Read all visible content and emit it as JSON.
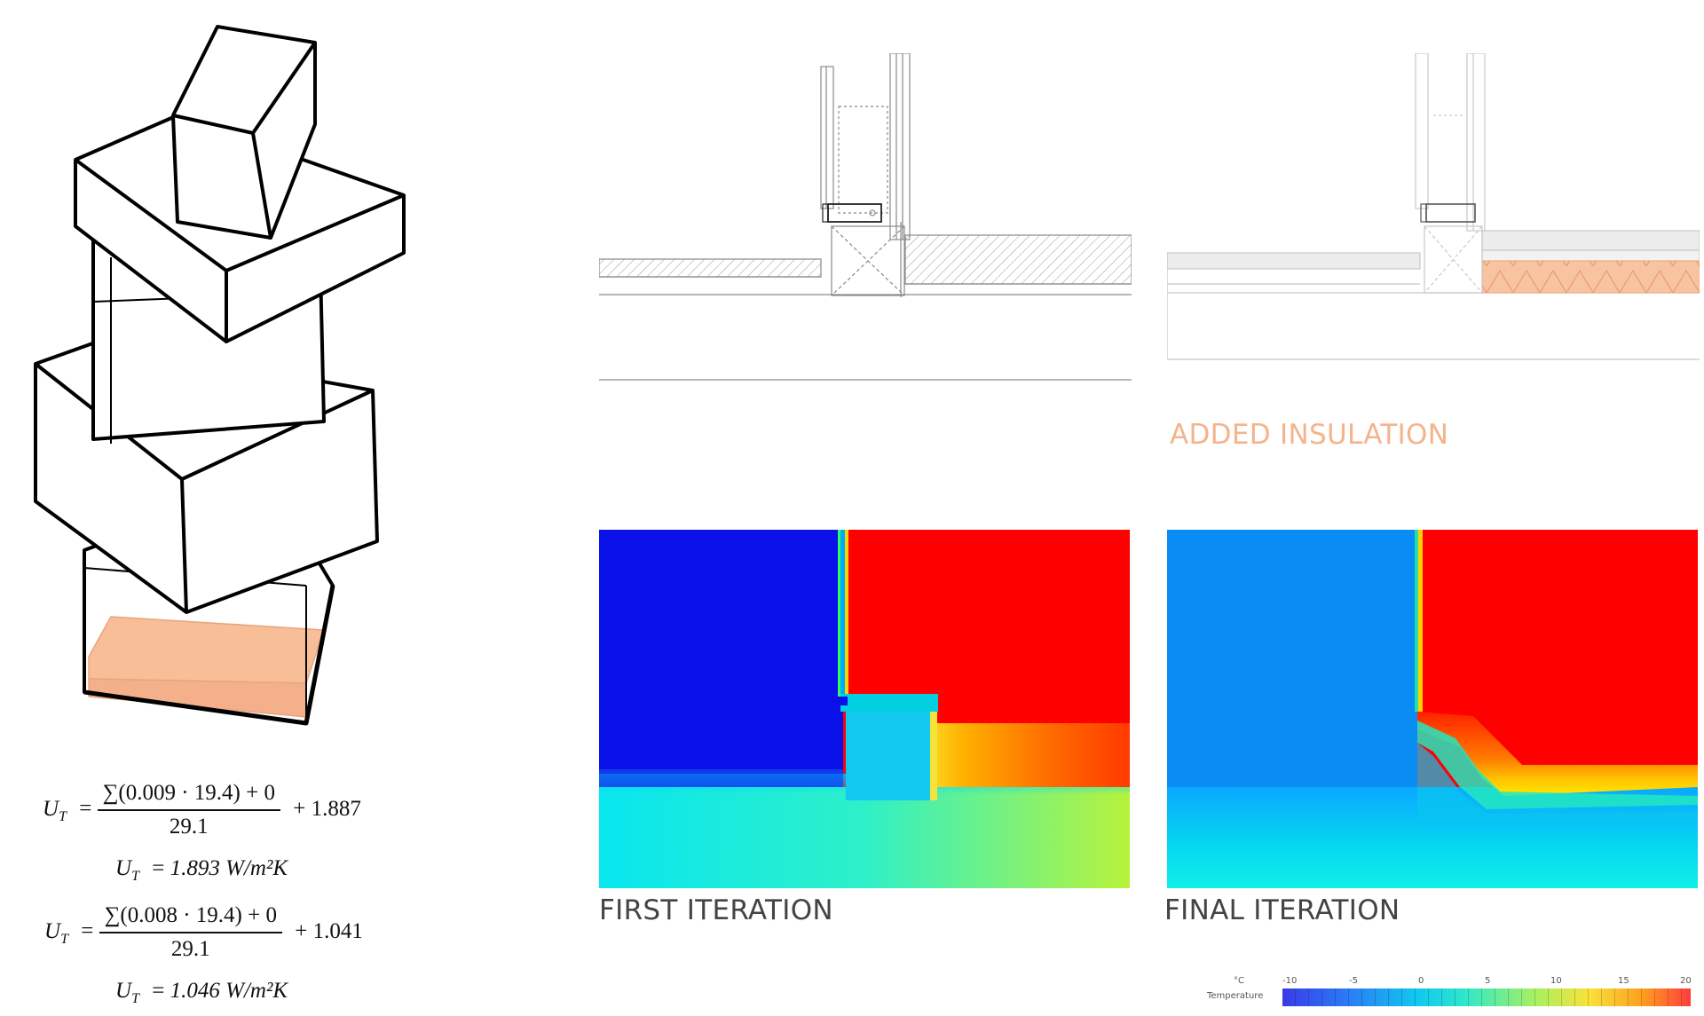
{
  "formulas": [
    {
      "lhs_main": "U",
      "lhs_sub": "T",
      "eq": "=",
      "numerator": "∑(0.009 · 19.4) + 0",
      "denominator": "29.1",
      "plus": "+ 1.887"
    },
    {
      "lhs_main": "U",
      "lhs_sub": "T",
      "eq": "=",
      "result": "1.893 W/m²K"
    },
    {
      "lhs_main": "U",
      "lhs_sub": "T",
      "eq": "=",
      "numerator": "∑(0.008 · 19.4) + 0",
      "denominator": "29.1",
      "plus": "+ 1.041"
    },
    {
      "lhs_main": "U",
      "lhs_sub": "T",
      "eq": "=",
      "result": "1.046 W/m²K"
    }
  ],
  "captions": {
    "added_insulation": "ADDED INSULATION",
    "first_iteration": "FIRST ITERATION",
    "final_iteration": "FINAL ITERATION"
  },
  "legend": {
    "unit": "°C",
    "label": "Temperature",
    "ticks": [
      "-10",
      "-5",
      "0",
      "5",
      "10",
      "15",
      "20"
    ]
  },
  "colors": {
    "insulation": "#f7be98",
    "cold": "#0a0ae6",
    "hot": "#ff0000",
    "caption": "#444444",
    "accent_caption": "#f4b48c"
  }
}
